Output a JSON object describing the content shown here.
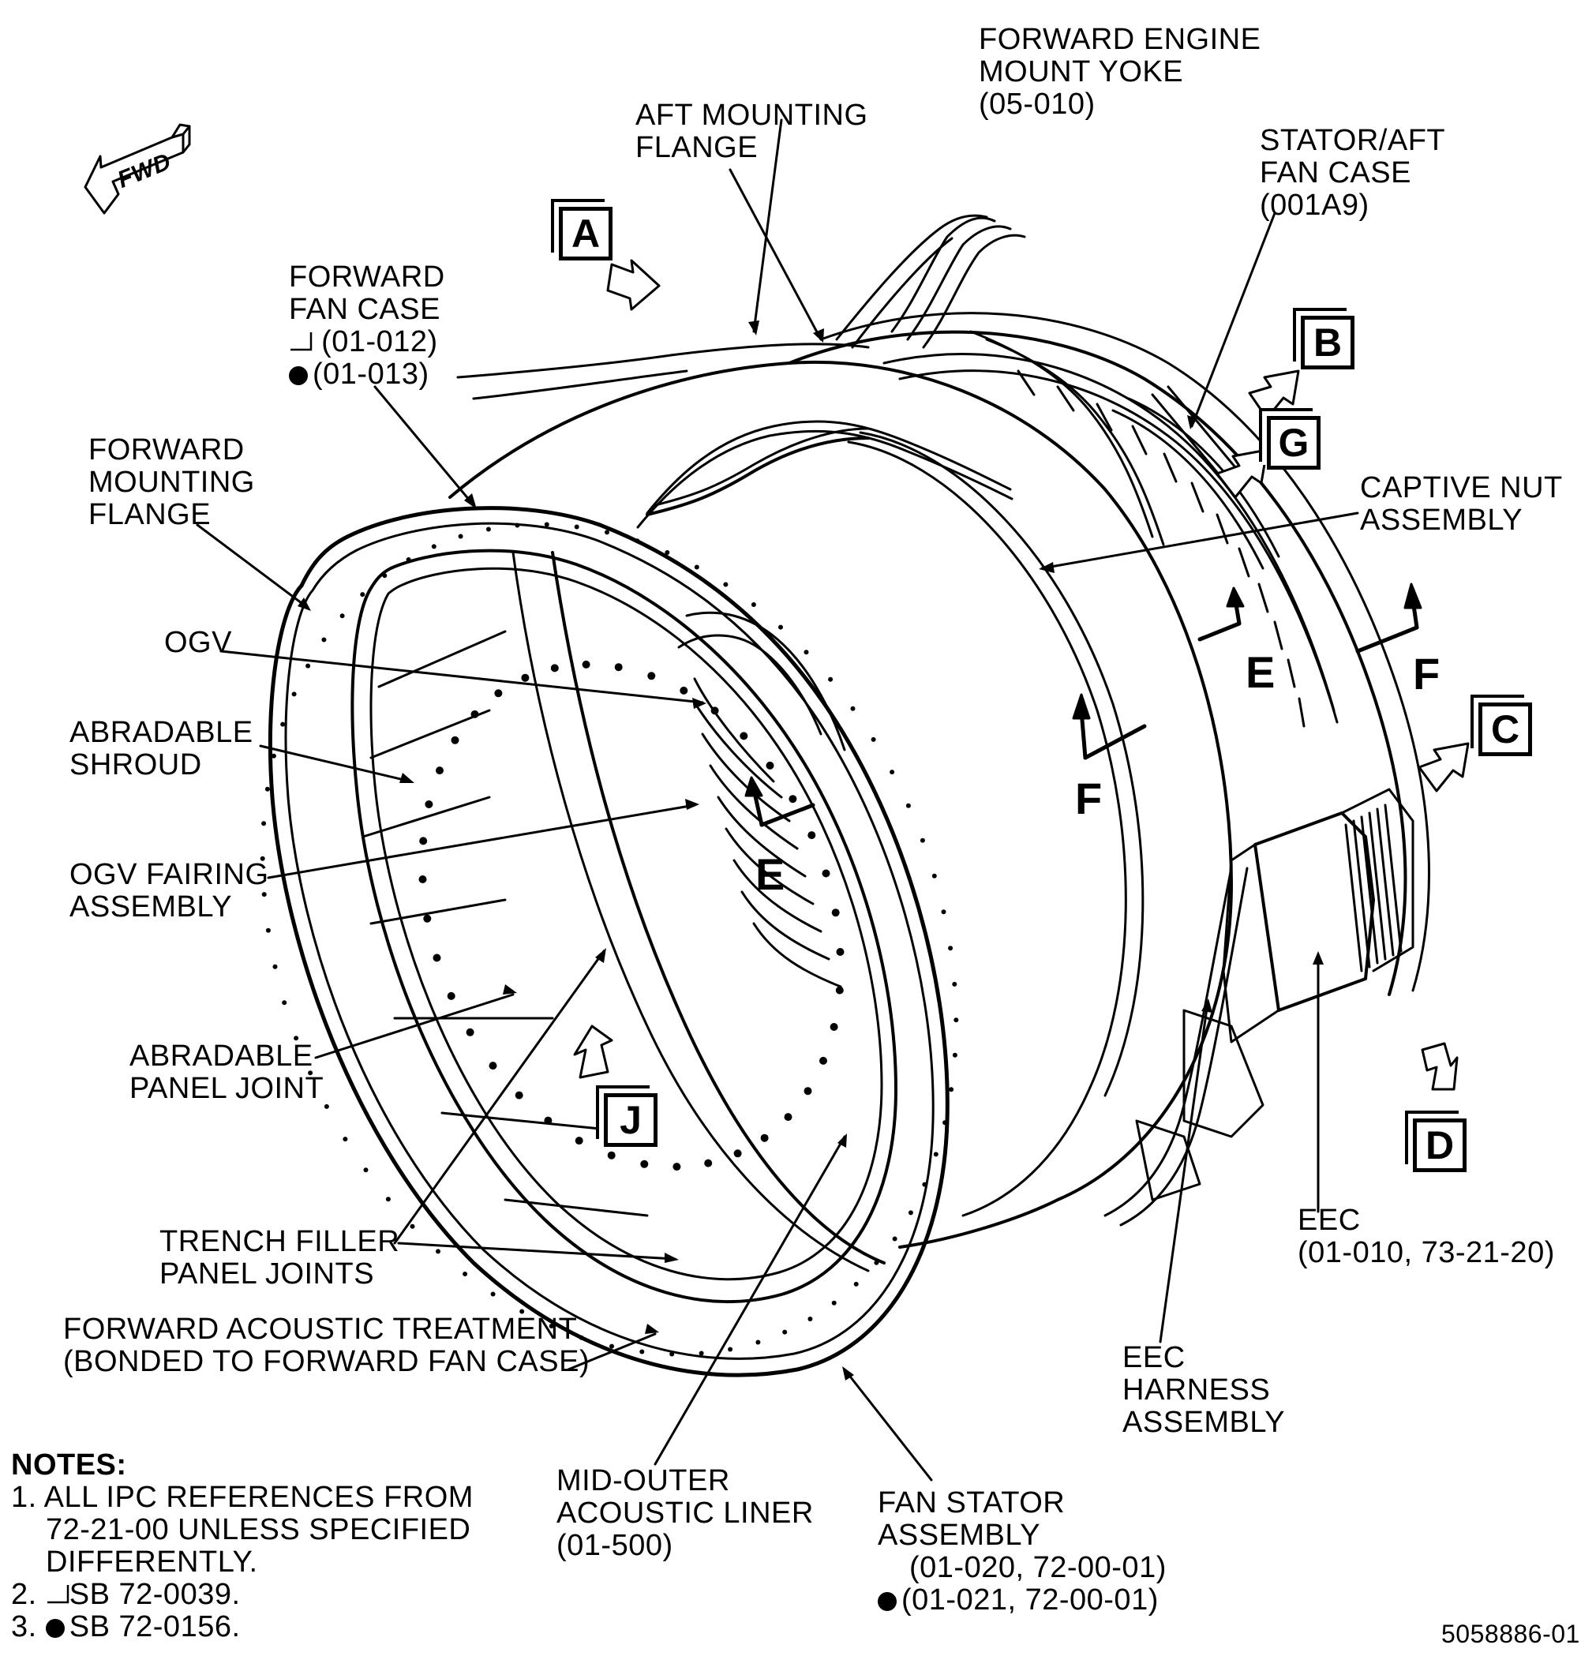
{
  "fwd_label": "FWD",
  "view_letters": {
    "A": "A",
    "B": "B",
    "C": "C",
    "D": "D",
    "G": "G",
    "J": "J"
  },
  "section_letters": {
    "E": "E",
    "F": "F"
  },
  "labels": {
    "forward_engine_mount_yoke": [
      "FORWARD ENGINE",
      "MOUNT YOKE",
      "(05-010)"
    ],
    "aft_mounting_flange": [
      "AFT MOUNTING",
      "FLANGE"
    ],
    "stator_aft_fan_case": [
      "STATOR/AFT",
      "FAN CASE",
      "(001A9)"
    ],
    "forward_fan_case": [
      "FORWARD",
      "FAN CASE",
      "(01-012)",
      "(01-013)"
    ],
    "forward_mounting_flange": [
      "FORWARD",
      "MOUNTING",
      "FLANGE"
    ],
    "captive_nut_assembly": [
      "CAPTIVE NUT",
      "ASSEMBLY"
    ],
    "ogv": [
      "OGV"
    ],
    "abradable_shroud": [
      "ABRADABLE",
      "SHROUD"
    ],
    "ogv_fairing_assembly": [
      "OGV FAIRING",
      "ASSEMBLY"
    ],
    "abradable_panel_joint": [
      "ABRADABLE",
      "PANEL JOINT"
    ],
    "trench_filler_panel_joints": [
      "TRENCH FILLER",
      "PANEL JOINTS"
    ],
    "forward_acoustic_treatment": [
      "FORWARD ACOUSTIC TREATMENT",
      "(BONDED TO FORWARD FAN CASE)"
    ],
    "mid_outer_acoustic_liner": [
      "MID-OUTER",
      "ACOUSTIC LINER",
      "(01-500)"
    ],
    "fan_stator_assembly": [
      "FAN STATOR",
      "ASSEMBLY",
      "(01-020, 72-00-01)",
      "(01-021, 72-00-01)"
    ],
    "eec": [
      "EEC",
      "(01-010, 73-21-20)"
    ],
    "eec_harness_assembly": [
      "EEC",
      "HARNESS",
      "ASSEMBLY"
    ]
  },
  "notes": {
    "title": "NOTES:",
    "items": [
      [
        "1. ALL IPC REFERENCES FROM",
        "72-21-00 UNLESS SPECIFIED",
        "DIFFERENTLY."
      ],
      [
        "2.",
        "SB 72-0039."
      ],
      [
        "3.",
        "SB 72-0156."
      ]
    ]
  },
  "figure_number": "5058886-01"
}
